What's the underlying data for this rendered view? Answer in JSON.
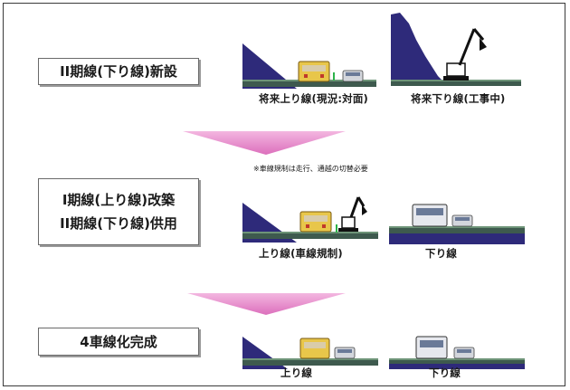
{
  "stages": [
    {
      "text": [
        "II期線(下り線)新設"
      ]
    },
    {
      "text": [
        "I期線(上り線)改築",
        "II期線(下り線)供用"
      ]
    },
    {
      "text": [
        "4車線化完成"
      ]
    }
  ],
  "note": "※車線規制は走行、通越の切替必要",
  "labels": {
    "s1_up": "将来上り線(現況:対面)",
    "s1_down": "将来下り線(工事中)",
    "s2_up": "上り線(車線規制)",
    "s2_down": "下り線",
    "s3_up": "上り線",
    "s3_down": "下り線"
  },
  "colors": {
    "arrow": "#e58cc9",
    "embankment": "#2e2a7a",
    "road": "#3e5a4e",
    "truck": "#e8c64a"
  }
}
